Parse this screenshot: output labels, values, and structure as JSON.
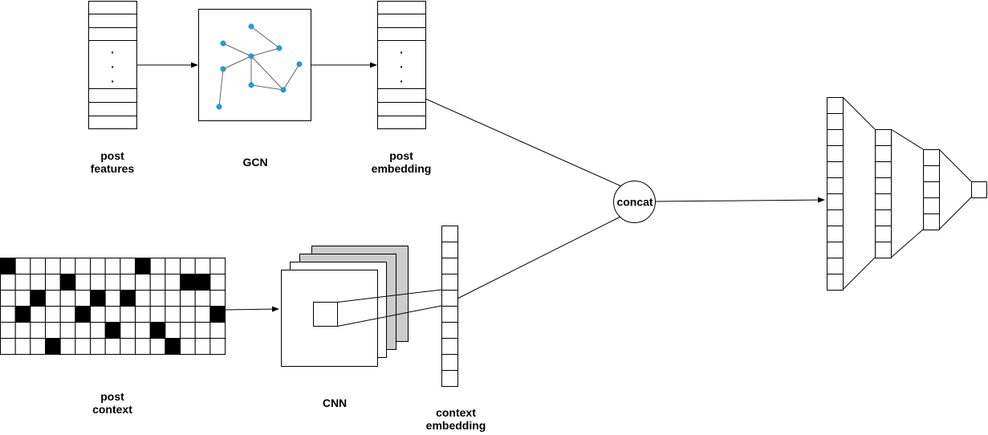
{
  "labels": {
    "post_features": "post\nfeatures",
    "gcn": "GCN",
    "post_embedding": "post\nembedding",
    "post_context": "post\ncontext",
    "cnn": "CNN",
    "context_embedding": "context\nembedding",
    "concat": "concat"
  },
  "dots": "·",
  "colors": {
    "stroke": "#000000",
    "graph_node": "#1ba1e2",
    "graph_edge": "#666666",
    "cnn_back_fill": "#cccccc",
    "cnn_front_fill": "#ffffff",
    "filled_cell": "#000000"
  },
  "context_grid": {
    "rows": 6,
    "cols": 15,
    "filled": [
      [
        0,
        0
      ],
      [
        0,
        9
      ],
      [
        1,
        4
      ],
      [
        1,
        12
      ],
      [
        1,
        13
      ],
      [
        2,
        2
      ],
      [
        2,
        6
      ],
      [
        2,
        8
      ],
      [
        3,
        1
      ],
      [
        3,
        5
      ],
      [
        3,
        14
      ],
      [
        4,
        7
      ],
      [
        4,
        10
      ],
      [
        5,
        3
      ],
      [
        5,
        11
      ]
    ]
  }
}
